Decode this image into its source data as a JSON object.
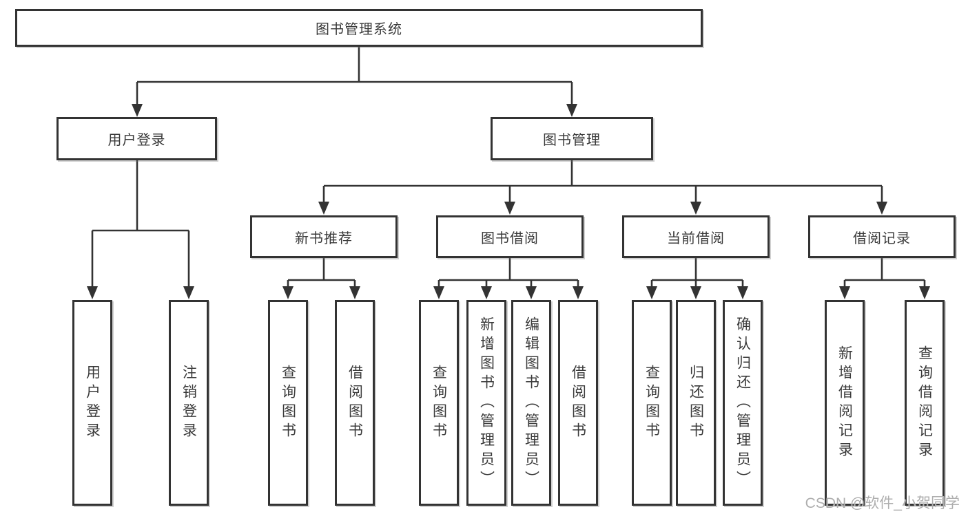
{
  "diagram": {
    "title": "图书管理系统",
    "watermark": "CSDN @软件_小贺同学",
    "colors": {
      "line": "#333333",
      "box_border": "#333333",
      "box_fill": "#ffffff",
      "text": "#3a3a3a",
      "watermark": "#aeaeae"
    },
    "tree": {
      "root": "图书管理系统",
      "branches": [
        {
          "label": "用户登录",
          "leaves": [
            "用户登录",
            "注销登录"
          ]
        },
        {
          "label": "图书管理",
          "children": [
            {
              "label": "新书推荐",
              "leaves": [
                "查询图书",
                "借阅图书"
              ]
            },
            {
              "label": "图书借阅",
              "leaves": [
                "查询图书",
                "新增图书（管理员）",
                "编辑图书（管理员）",
                "借阅图书"
              ]
            },
            {
              "label": "当前借阅",
              "leaves": [
                "查询图书",
                "归还图书",
                "确认归还（管理员）"
              ]
            },
            {
              "label": "借阅记录",
              "leaves": [
                "新增借阅记录",
                "查询借阅记录"
              ]
            }
          ]
        }
      ]
    }
  }
}
